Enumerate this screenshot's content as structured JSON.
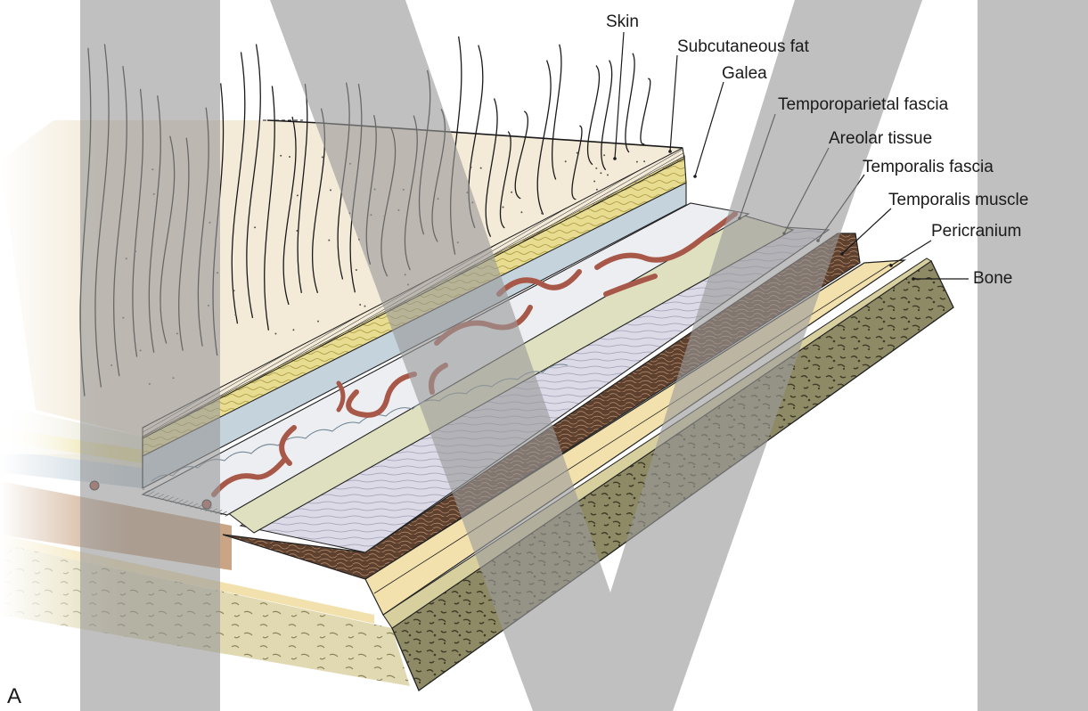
{
  "figure": {
    "panel_letter": "A",
    "layers": [
      {
        "key": "skin",
        "label": "Skin",
        "color": "#f3ead8"
      },
      {
        "key": "subcutaneous_fat",
        "label": "Subcutaneous fat",
        "color": "#e8dc92"
      },
      {
        "key": "galea",
        "label": "Galea",
        "color": "#c5d3dc"
      },
      {
        "key": "temporoparietal_fascia",
        "label": "Temporoparietal fascia",
        "color": "#eceef2"
      },
      {
        "key": "areolar_tissue",
        "label": "Areolar tissue",
        "color": "#dfe0bf"
      },
      {
        "key": "temporalis_fascia",
        "label": "Temporalis fascia",
        "color": "#d9d7e3"
      },
      {
        "key": "temporalis_muscle",
        "label": "Temporalis muscle",
        "color": "#5c3f2d"
      },
      {
        "key": "pericranium",
        "label": "Pericranium",
        "color": "#f2e1ad"
      },
      {
        "key": "bone",
        "label": "Bone",
        "color": "#d6cfa4"
      }
    ],
    "vessel_color": "#a85848",
    "watermark_color": "#9a9a9a"
  }
}
